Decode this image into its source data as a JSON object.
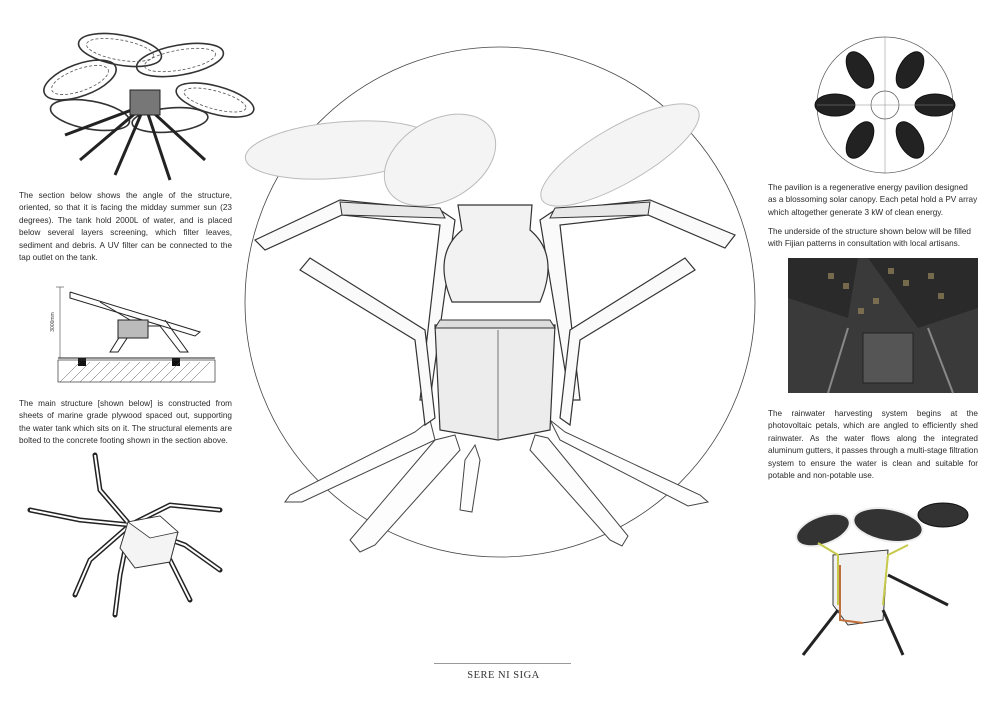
{
  "title": "SERE NI SIGA",
  "text": {
    "section_note": "The section below shows the angle of the structure, oriented, so that it is facing the midday summer sun (23 degrees). The tank hold 2000L of water, and is placed below several layers screening, which filter leaves, sediment and debris. A UV filter can be connected to the tap outlet on the tank.",
    "structure_note": "The main structure [shown below] is constructed from sheets of marine grade plywood spaced out, supporting the water tank which sits on it. The structural elements are bolted to the concrete footing shown in the section above.",
    "pavilion_note": "The pavilion is a regenerative energy pavilion designed as a blossoming solar canopy. Each petal hold a PV array which altogether generate 3 kW of clean energy.",
    "underside_note": "The underside of the structure shown below will be filled with Fijian patterns in consultation with local artisans.",
    "rainwater_note": "The rainwater harvesting system begins at the photovoltaic petals, which are angled to efficiently shed rainwater. As the water flows along the integrated aluminum gutters, it passes through a multi-stage filtration system to ensure the water is clean and suitable for potable and non-potable use."
  },
  "section_dimension": "3000mm"
}
